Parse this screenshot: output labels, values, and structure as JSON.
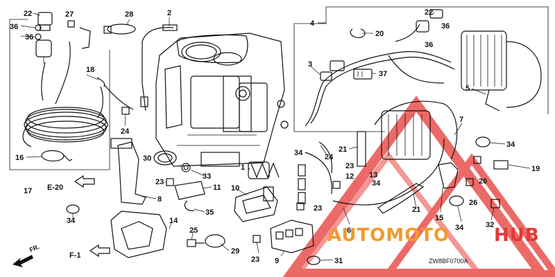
{
  "diagram": {
    "code": "ZW8BF0700A",
    "references": {
      "e20": "E-20",
      "f1": "F-1",
      "front": "FR."
    },
    "watermark": {
      "part1": "AUTOMOTO",
      "part2": "HUB"
    },
    "callouts": [
      "1",
      "2",
      "3",
      "4",
      "5",
      "6",
      "7",
      "8",
      "9",
      "10",
      "11",
      "12",
      "13",
      "14",
      "15",
      "16",
      "17",
      "18",
      "19",
      "20",
      "21",
      "22",
      "23",
      "24",
      "25",
      "26",
      "27",
      "28",
      "29",
      "30",
      "31",
      "32",
      "33",
      "34",
      "35",
      "36",
      "37"
    ]
  },
  "colors": {
    "ink": "#111111",
    "watermark_red": "#e53935",
    "watermark_orange": "#f29a2e"
  },
  "labels": [
    {
      "id": "l22a",
      "text": "22"
    },
    {
      "id": "l27",
      "text": "27"
    },
    {
      "id": "l28",
      "text": "28"
    },
    {
      "id": "l2",
      "text": "2"
    },
    {
      "id": "l36a",
      "text": "36"
    },
    {
      "id": "l36b",
      "text": "36"
    },
    {
      "id": "l18",
      "text": "18"
    },
    {
      "id": "l24a",
      "text": "24"
    },
    {
      "id": "l16",
      "text": "16"
    },
    {
      "id": "l17",
      "text": "17"
    },
    {
      "id": "l4",
      "text": "4"
    },
    {
      "id": "l22b",
      "text": "22"
    },
    {
      "id": "l20",
      "text": "20"
    },
    {
      "id": "l36c",
      "text": "36"
    },
    {
      "id": "l36d",
      "text": "36"
    },
    {
      "id": "l3",
      "text": "3"
    },
    {
      "id": "l37",
      "text": "37"
    },
    {
      "id": "l5",
      "text": "5"
    },
    {
      "id": "l7",
      "text": "7"
    },
    {
      "id": "l34a",
      "text": "34"
    },
    {
      "id": "l19",
      "text": "19"
    },
    {
      "id": "l21a",
      "text": "21"
    },
    {
      "id": "l24b",
      "text": "24"
    },
    {
      "id": "l23a",
      "text": "23"
    },
    {
      "id": "l12",
      "text": "12"
    },
    {
      "id": "l34b",
      "text": "34"
    },
    {
      "id": "l13",
      "text": "13"
    },
    {
      "id": "l26a",
      "text": "26"
    },
    {
      "id": "l26b",
      "text": "26"
    },
    {
      "id": "l30",
      "text": "30"
    },
    {
      "id": "l34c",
      "text": "34"
    },
    {
      "id": "l1",
      "text": "1"
    },
    {
      "id": "l23b",
      "text": "23"
    },
    {
      "id": "l33",
      "text": "33"
    },
    {
      "id": "l11",
      "text": "11"
    },
    {
      "id": "l10",
      "text": "10"
    },
    {
      "id": "l8",
      "text": "8"
    },
    {
      "id": "l23c",
      "text": "23"
    },
    {
      "id": "l21b",
      "text": "21"
    },
    {
      "id": "l15",
      "text": "15"
    },
    {
      "id": "l34d",
      "text": "34"
    },
    {
      "id": "l32",
      "text": "32"
    },
    {
      "id": "l6",
      "text": "6"
    },
    {
      "id": "l35",
      "text": "35"
    },
    {
      "id": "l34e",
      "text": "34"
    },
    {
      "id": "l14",
      "text": "14"
    },
    {
      "id": "l25",
      "text": "25"
    },
    {
      "id": "l9",
      "text": "9"
    },
    {
      "id": "l29",
      "text": "29"
    },
    {
      "id": "l23d",
      "text": "23"
    },
    {
      "id": "l31",
      "text": "31"
    }
  ]
}
